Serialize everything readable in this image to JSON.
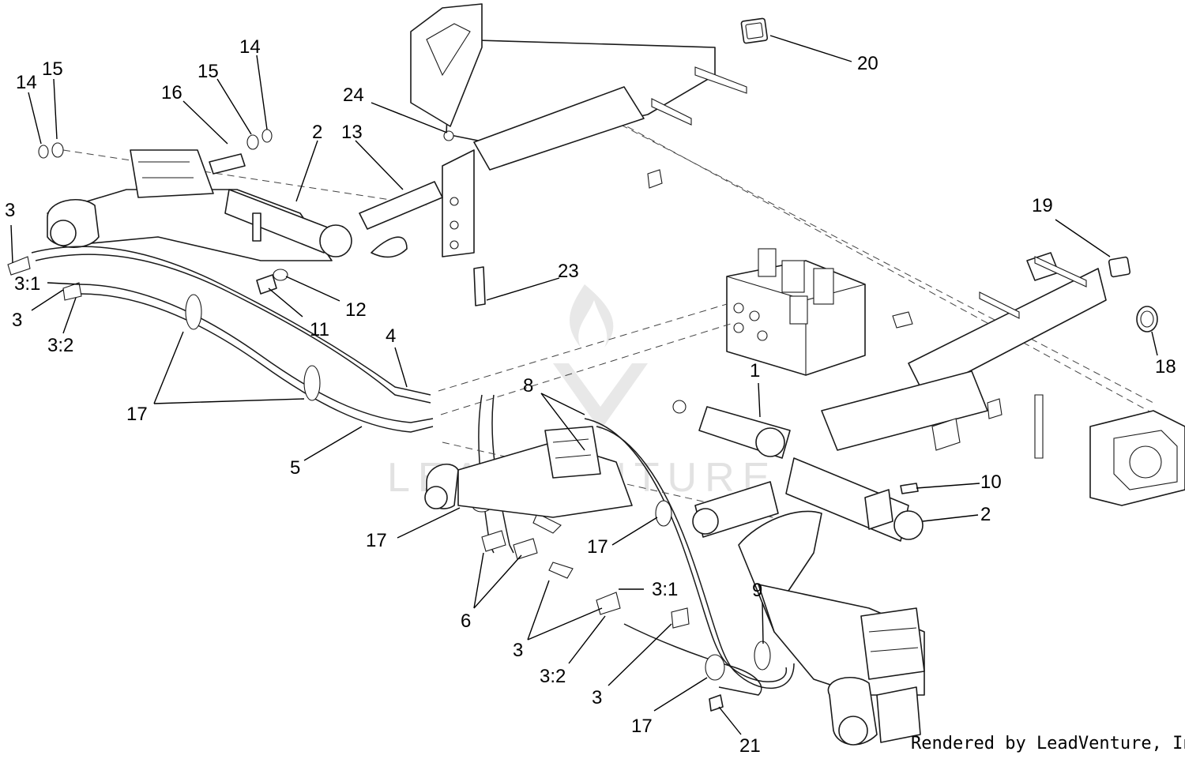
{
  "watermark": {
    "text": "LEADVENTURE"
  },
  "credit": {
    "text": "Rendered by LeadVenture, Inc."
  },
  "callouts": [
    {
      "id": "c01",
      "label": "14"
    },
    {
      "id": "c02",
      "label": "15"
    },
    {
      "id": "c03",
      "label": "16"
    },
    {
      "id": "c04",
      "label": "15"
    },
    {
      "id": "c05",
      "label": "14"
    },
    {
      "id": "c06",
      "label": "2"
    },
    {
      "id": "c07",
      "label": "13"
    },
    {
      "id": "c08",
      "label": "24"
    },
    {
      "id": "c09",
      "label": "20"
    },
    {
      "id": "c10",
      "label": "3"
    },
    {
      "id": "c11",
      "label": "3:1"
    },
    {
      "id": "c12",
      "label": "3"
    },
    {
      "id": "c13",
      "label": "3:2"
    },
    {
      "id": "c14",
      "label": "11"
    },
    {
      "id": "c15",
      "label": "12"
    },
    {
      "id": "c16",
      "label": "23"
    },
    {
      "id": "c17",
      "label": "19"
    },
    {
      "id": "c18",
      "label": "18"
    },
    {
      "id": "c19",
      "label": "17"
    },
    {
      "id": "c20",
      "label": "4"
    },
    {
      "id": "c21",
      "label": "5"
    },
    {
      "id": "c22",
      "label": "8"
    },
    {
      "id": "c23",
      "label": "1"
    },
    {
      "id": "c24",
      "label": "10"
    },
    {
      "id": "c25",
      "label": "2"
    },
    {
      "id": "c26",
      "label": "17"
    },
    {
      "id": "c27",
      "label": "17"
    },
    {
      "id": "c28",
      "label": "6"
    },
    {
      "id": "c29",
      "label": "3:1"
    },
    {
      "id": "c30",
      "label": "9"
    },
    {
      "id": "c31",
      "label": "3"
    },
    {
      "id": "c32",
      "label": "3:2"
    },
    {
      "id": "c33",
      "label": "3"
    },
    {
      "id": "c34",
      "label": "17"
    },
    {
      "id": "c35",
      "label": "21"
    }
  ]
}
